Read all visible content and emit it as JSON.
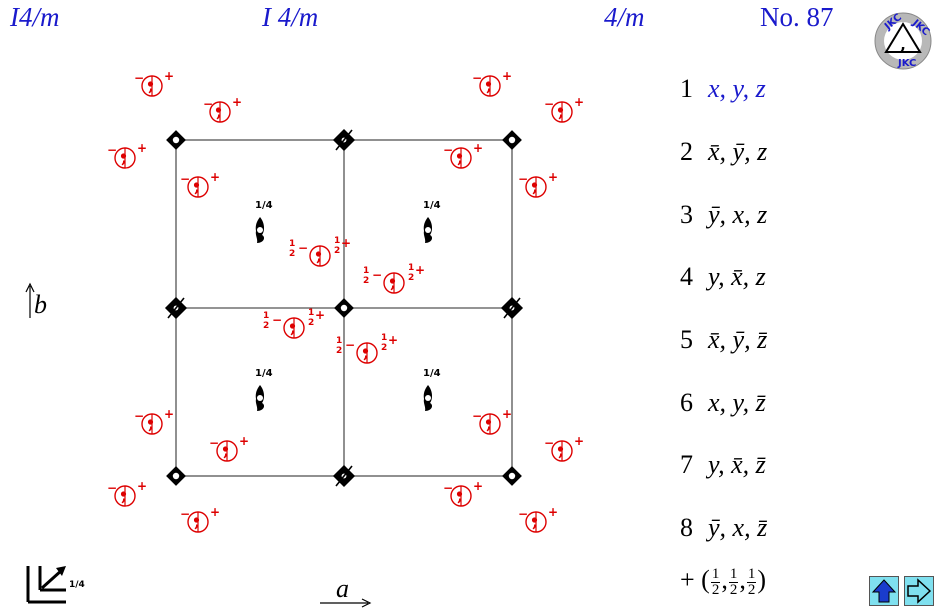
{
  "header": {
    "symbol_short": "I4/m",
    "symbol_full": "I 4/m",
    "point_group": "4/m",
    "number": "No. 87"
  },
  "logo": {
    "text": "JKC"
  },
  "operations": [
    {
      "n": "1",
      "coords": "x, y, z"
    },
    {
      "n": "2",
      "coords": "x̄, ȳ, z"
    },
    {
      "n": "3",
      "coords": "ȳ, x, z"
    },
    {
      "n": "4",
      "coords": "y, x̄, z"
    },
    {
      "n": "5",
      "coords": "x̄, ȳ, z̄"
    },
    {
      "n": "6",
      "coords": "x, y, z̄"
    },
    {
      "n": "7",
      "coords": "y, x̄, z̄"
    },
    {
      "n": "8",
      "coords": "ȳ, x, z̄"
    }
  ],
  "centering": {
    "prefix": "+ (",
    "num": "1",
    "den": "2",
    "suffix": ")"
  },
  "axes": {
    "a": "a",
    "b": "b",
    "inversion_height": "1/4"
  },
  "diagram_labels": {
    "minus": "−",
    "plus": "+",
    "half": "1/2",
    "quarter": "1/4"
  },
  "colors": {
    "title": "#1a1acc",
    "motif": "#dd0000",
    "symbol": "#000000",
    "button_fill": "#7fe0ef",
    "arrow": "#1a3ccc"
  },
  "icons": {
    "up": "up-arrow-icon",
    "right": "right-arrow-icon"
  }
}
